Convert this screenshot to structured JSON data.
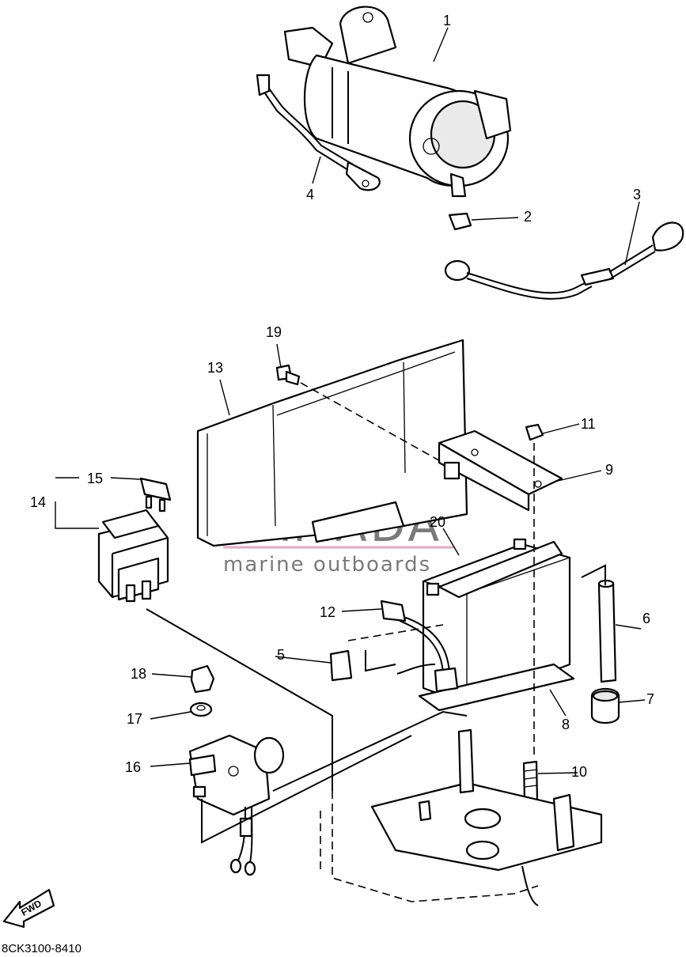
{
  "diagram_code": "8CK3100-8410",
  "fwd_label": "FWD",
  "watermark": {
    "brand": "ARMADA",
    "tagline": "marine outboards",
    "pink": "#e8a6c8"
  },
  "callouts": {
    "p1": "1",
    "p2": "2",
    "p3": "3",
    "p4": "4",
    "p5": "5",
    "p6": "6",
    "p7": "7",
    "p8": "8",
    "p9": "9",
    "p10": "10",
    "p11": "11",
    "p12": "12",
    "p13": "13",
    "p14": "14",
    "p15": "15",
    "p16": "16",
    "p17": "17",
    "p18": "18",
    "p19": "19",
    "p20": "20"
  }
}
